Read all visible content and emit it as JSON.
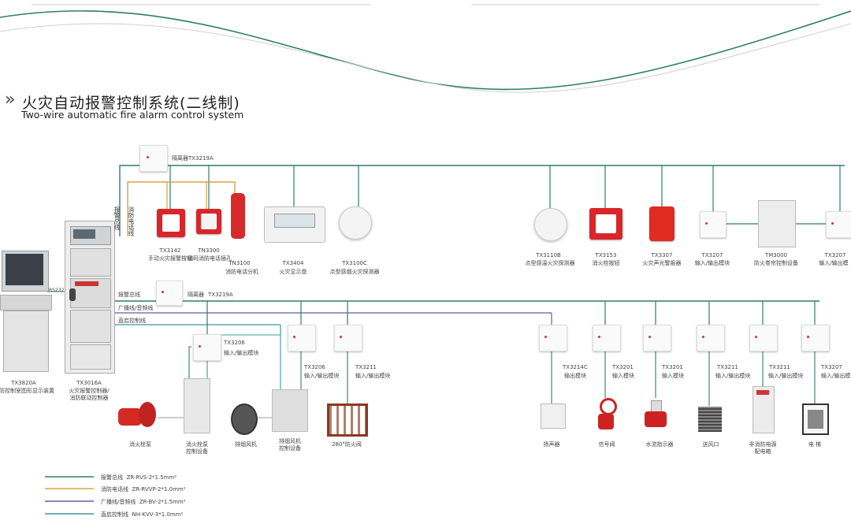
{
  "header": {
    "title": "火灾自动报警控制系统(二线制)",
    "subtitle": "Two-wire automatic fire alarm control system"
  },
  "colors": {
    "alarm_bus": "#2e7d6b",
    "phone_line": "#d9a441",
    "broadcast": "#6a5a9e",
    "direct_ctrl": "#3a9a9a",
    "wave": "#2e7d6b"
  },
  "left": {
    "monitor_id": "TX3820A",
    "monitor_name": "防控制室图形显示装置",
    "rs232": "RS232",
    "controller_id": "TX3016A",
    "controller_name_1": "火灾报警控制器/",
    "controller_name_2": "消防联动控制器",
    "bus_vertical_1": "报警总线",
    "bus_vertical_2": "消防电话线"
  },
  "top_isolator": "隔离器TX3219A",
  "top_devices": [
    {
      "id": "TX3142",
      "name": "手动火灾报警按钮"
    },
    {
      "id": "TN3300",
      "name": "编码消防电话插孔"
    },
    {
      "id": "TN3100",
      "name": "消防电话分机"
    },
    {
      "id": "TX3404",
      "name": "火灾显示盘"
    },
    {
      "id": "TX3100C",
      "name": "点型感烟火灾探测器"
    },
    {
      "id": "TX3110B",
      "name": "点型感温火灾探测器"
    },
    {
      "id": "TX3153",
      "name": "消火栓按钮"
    },
    {
      "id": "TX3307",
      "name": "火灾声光警报器"
    },
    {
      "id": "TX3207",
      "name": "输入/输出模块"
    },
    {
      "id": "TM3000",
      "name": "防火卷帘控制设备"
    },
    {
      "id": "TX3207",
      "name": "输入/输出模"
    }
  ],
  "lower_lines": {
    "alarm_bus": "报警总线",
    "isolator": "隔离器",
    "isolator_id": "TX3219A",
    "broadcast": "广播线/音频线",
    "direct": "直启控制线"
  },
  "lower_modules": [
    {
      "id": "TX3206",
      "name": "输入/输出模块"
    },
    {
      "id": "TX3206",
      "name": "输入/输出模块"
    },
    {
      "id": "TX3211",
      "name": "输入/输出模块"
    },
    {
      "id": "TX3214C",
      "name": "输出模块"
    },
    {
      "id": "TX3201",
      "name": "输入模块"
    },
    {
      "id": "TX3201",
      "name": "输入模块"
    },
    {
      "id": "TX3211",
      "name": "输入/输出模块"
    },
    {
      "id": "TX3211",
      "name": "输入/输出模块"
    },
    {
      "id": "TX3207",
      "name": "输入/输出模"
    }
  ],
  "equipment": [
    {
      "name": "消火栓泵"
    },
    {
      "name": "消火栓泵控制设备",
      "line1": "消火栓泵",
      "line2": "控制设备"
    },
    {
      "name": "排烟风机"
    },
    {
      "name": "排烟风机控制设备",
      "line1": "排烟风机",
      "line2": "控制设备"
    },
    {
      "name": "280°防火阀"
    },
    {
      "name": "扬声器"
    },
    {
      "name": "信号阀"
    },
    {
      "name": "水流指示器"
    },
    {
      "name": "送风口"
    },
    {
      "name": "非消防电源配电箱",
      "line1": "非消防电源",
      "line2": "配电箱"
    },
    {
      "name": "电 梯"
    }
  ],
  "legend": [
    {
      "label": "报警总线",
      "spec": "ZR-RVS-2*1.5mm²"
    },
    {
      "label": "消防电话线",
      "spec": "ZR-RVVP-2*1.0mm²"
    },
    {
      "label": "广播线/音频线",
      "spec": "ZR-BV-2*1.5mm²"
    },
    {
      "label": "直启控制线",
      "spec": "NH-KVV-3*1.0mm²"
    }
  ]
}
